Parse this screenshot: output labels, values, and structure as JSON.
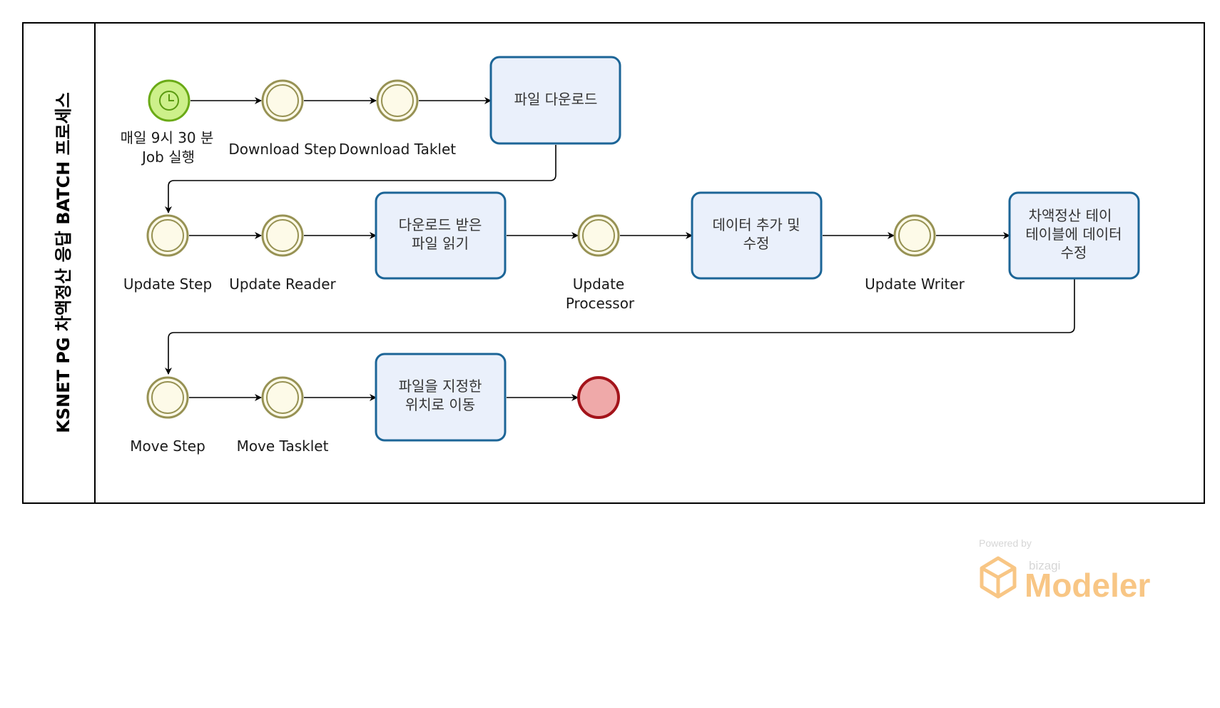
{
  "pool": {
    "title": "KSNET PG 차액정산 응답 BATCH 프로세스"
  },
  "start_event": {
    "label_lines": [
      "매일 9시 30 분",
      "Job 실행"
    ]
  },
  "events": [
    {
      "id": "download-step",
      "label_lines": [
        "Download Step"
      ]
    },
    {
      "id": "download-taklet",
      "label_lines": [
        "Download Taklet"
      ]
    },
    {
      "id": "update-step",
      "label_lines": [
        "Update Step"
      ]
    },
    {
      "id": "update-reader",
      "label_lines": [
        "Update Reader"
      ]
    },
    {
      "id": "update-processor",
      "label_lines": [
        "Update",
        "Processor"
      ]
    },
    {
      "id": "update-writer",
      "label_lines": [
        "Update Writer"
      ]
    },
    {
      "id": "move-step",
      "label_lines": [
        "Move Step"
      ]
    },
    {
      "id": "move-tasklet",
      "label_lines": [
        "Move Tasklet"
      ]
    }
  ],
  "tasks": [
    {
      "id": "file-download",
      "label_lines": [
        "파일 다운로드"
      ]
    },
    {
      "id": "read-file",
      "label_lines": [
        "다운로드 받은",
        "파일 읽기"
      ]
    },
    {
      "id": "modify-data",
      "label_lines": [
        "데이터 추가 및",
        "수정"
      ]
    },
    {
      "id": "update-table",
      "label_lines": [
        "차액정산 테이",
        "테이블에 데이터",
        "수정"
      ]
    },
    {
      "id": "move-file",
      "label_lines": [
        "파일을 지정한",
        "위치로 이동"
      ]
    }
  ],
  "watermark": {
    "powered_by": "Powered by",
    "brand": "bizagi",
    "product": "Modeler"
  },
  "colors": {
    "pool_border": "#000000",
    "task_fill": "#eaf0fb",
    "task_border": "#1c6597",
    "event_fill": "#fdfae8",
    "event_border": "#979254",
    "start_fill": "#cdf08a",
    "start_border": "#6aaa16",
    "end_fill": "#efa9a9",
    "end_border": "#a3131a",
    "watermark": "#f6b45d"
  }
}
